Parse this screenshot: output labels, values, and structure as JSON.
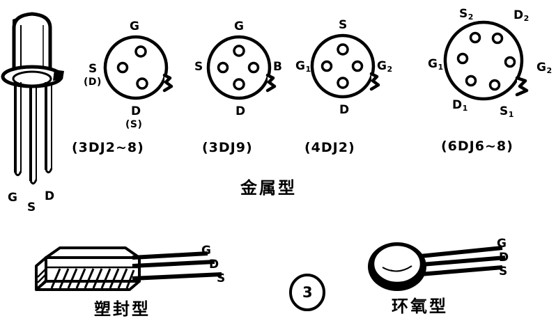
{
  "figure": {
    "number": "3",
    "section_labels": {
      "metal": "金属型",
      "plastic": "塑封型",
      "epoxy": "环氧型"
    }
  },
  "packages": [
    {
      "id": "3dj2-8",
      "caption": "(3DJ2~8)",
      "pin_count": 3,
      "labels": {
        "top": "G",
        "left": "S",
        "left_alt": "(D)",
        "bottom": "D",
        "bottom_alt": "(S)"
      }
    },
    {
      "id": "3dj9",
      "caption": "(3DJ9)",
      "pin_count": 4,
      "labels": {
        "top": "G",
        "left": "S",
        "right": "B",
        "bottom": "D"
      }
    },
    {
      "id": "4dj2",
      "caption": "(4DJ2)",
      "pin_count": 4,
      "labels": {
        "top": "S",
        "left": "G",
        "left_sub": "1",
        "right": "G",
        "right_sub": "2",
        "bottom": "D"
      }
    },
    {
      "id": "6dj6-8",
      "caption": "(6DJ6~8)",
      "pin_count": 6,
      "labels": {
        "top_left": "S",
        "top_left_sub": "2",
        "top_right": "D",
        "top_right_sub": "2",
        "left": "G",
        "left_sub": "1",
        "right": "G",
        "right_sub": "2",
        "bottom_left": "D",
        "bottom_left_sub": "1",
        "bottom_right": "S",
        "bottom_right_sub": "1"
      }
    }
  ],
  "transistor_can": {
    "lead_labels": {
      "gate": "G",
      "source": "S",
      "drain": "D"
    }
  },
  "plastic_package": {
    "lead_labels": {
      "gate": "G",
      "drain": "D",
      "source": "S"
    }
  },
  "epoxy_package": {
    "lead_labels": {
      "gate": "G",
      "drain": "D",
      "source": "S"
    }
  },
  "colors": {
    "ink": "#000000",
    "paper": "#ffffff"
  }
}
